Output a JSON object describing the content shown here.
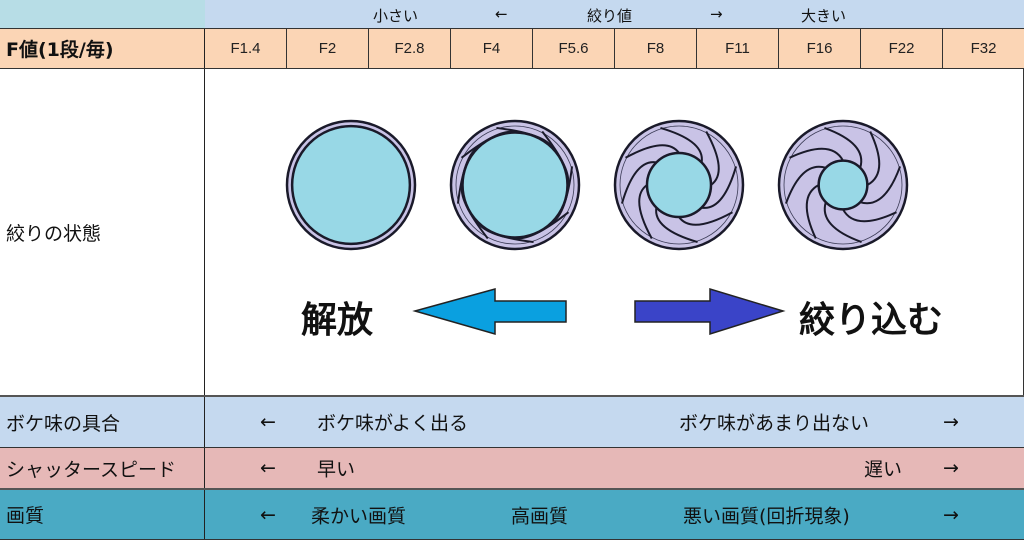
{
  "scale_header": {
    "small": "小さい",
    "left_arrow": "←",
    "title": "絞り値",
    "right_arrow": "→",
    "large": "大きい"
  },
  "fstop_row": {
    "label": "F値(1段/毎)",
    "values": [
      "F1.4",
      "F2",
      "F2.8",
      "F4",
      "F5.6",
      "F8",
      "F11",
      "F16",
      "F22",
      "F32"
    ]
  },
  "diagram_row": {
    "label": "絞りの状態",
    "open_label": "解放",
    "stop_down_label": "絞り込む",
    "apertures": [
      {
        "name": "fully-open",
        "opening_fraction": 0.92,
        "blades": 0
      },
      {
        "name": "slightly-stopped",
        "opening_fraction": 0.82,
        "blades": 8
      },
      {
        "name": "mid-stopped",
        "opening_fraction": 0.5,
        "blades": 8
      },
      {
        "name": "stopped-down",
        "opening_fraction": 0.38,
        "blades": 8
      }
    ],
    "colors": {
      "blade": "#c9c3e6",
      "opening": "#98d8e6",
      "left_arrow": "#0aa0e0",
      "right_arrow": "#3a44c8"
    }
  },
  "bokeh_row": {
    "label": "ボケ味の具合",
    "left_arrow": "←",
    "left_text": "ボケ味がよく出る",
    "right_text": "ボケ味があまり出ない",
    "right_arrow": "→"
  },
  "shutter_row": {
    "label": "シャッタースピード",
    "left_arrow": "←",
    "left_text": "早い",
    "right_text": "遅い",
    "right_arrow": "→"
  },
  "quality_row": {
    "label": "画質",
    "left_arrow": "←",
    "left_text": "柔かい画質",
    "center_text": "高画質",
    "right_text": "悪い画質(回折現象)",
    "right_arrow": "→"
  }
}
